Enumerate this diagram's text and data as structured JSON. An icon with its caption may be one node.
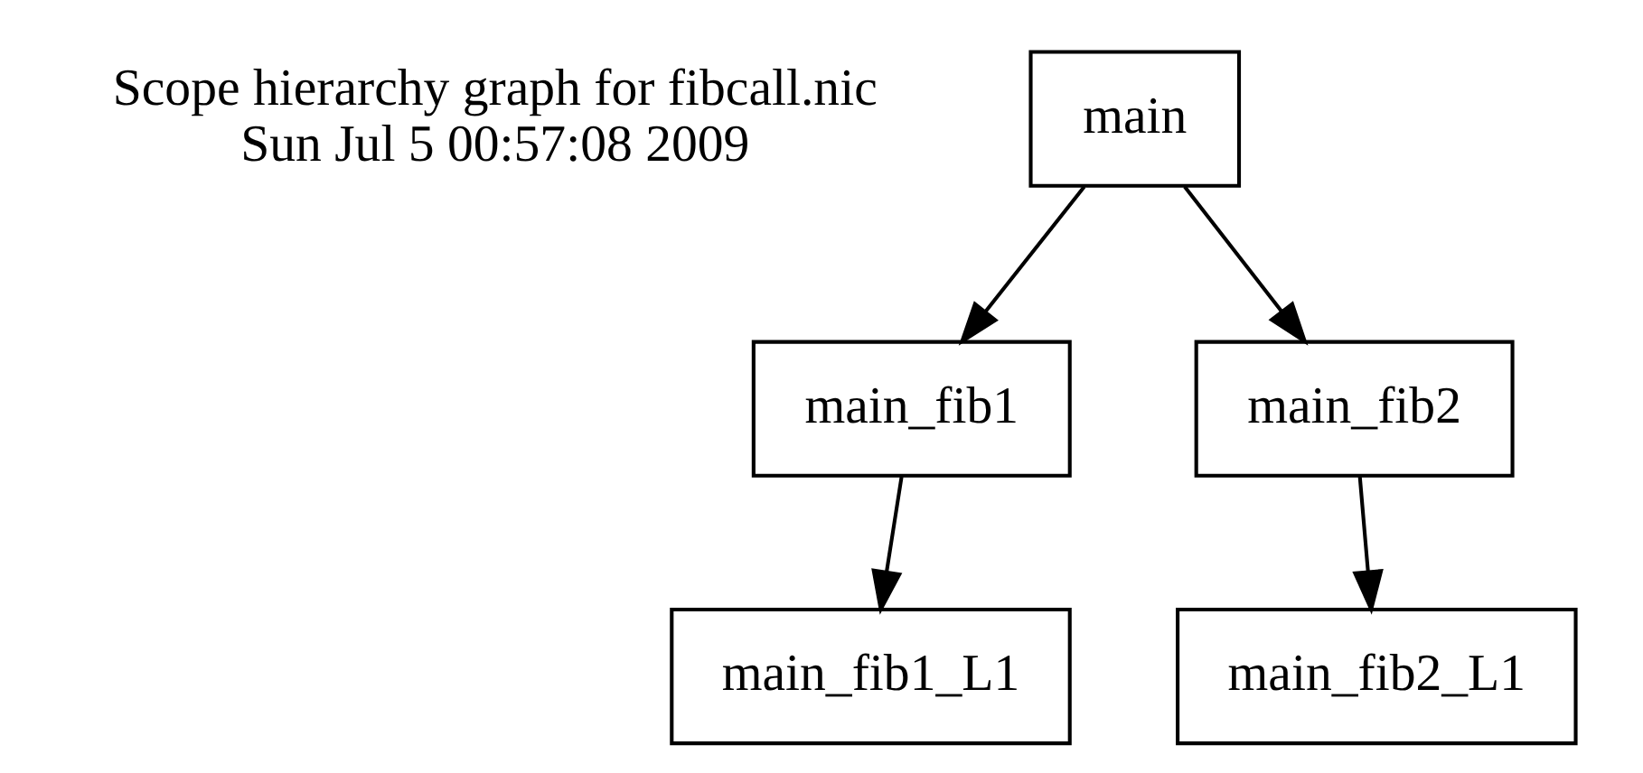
{
  "diagram": {
    "nodes": [
      {
        "text": [
          "main"
        ]
      },
      {
        "text": [
          "main_fib1"
        ]
      },
      {
        "text": [
          "main_fib2"
        ]
      },
      {
        "text": [
          "main_fib1_L1"
        ]
      },
      {
        "text": [
          "main_fib2_L1"
        ]
      }
    ],
    "edges": [
      {
        "from": 0,
        "to": 1,
        "arrow": "to"
      },
      {
        "from": 0,
        "to": 2,
        "arrow": "to"
      },
      {
        "from": 1,
        "to": 3,
        "arrow": "to"
      },
      {
        "from": 2,
        "to": 4,
        "arrow": "to"
      }
    ],
    "labels": [
      "Scope hierarchy graph for fibcall.nic",
      "Sun Jul 5 00:57:08 2009"
    ]
  }
}
